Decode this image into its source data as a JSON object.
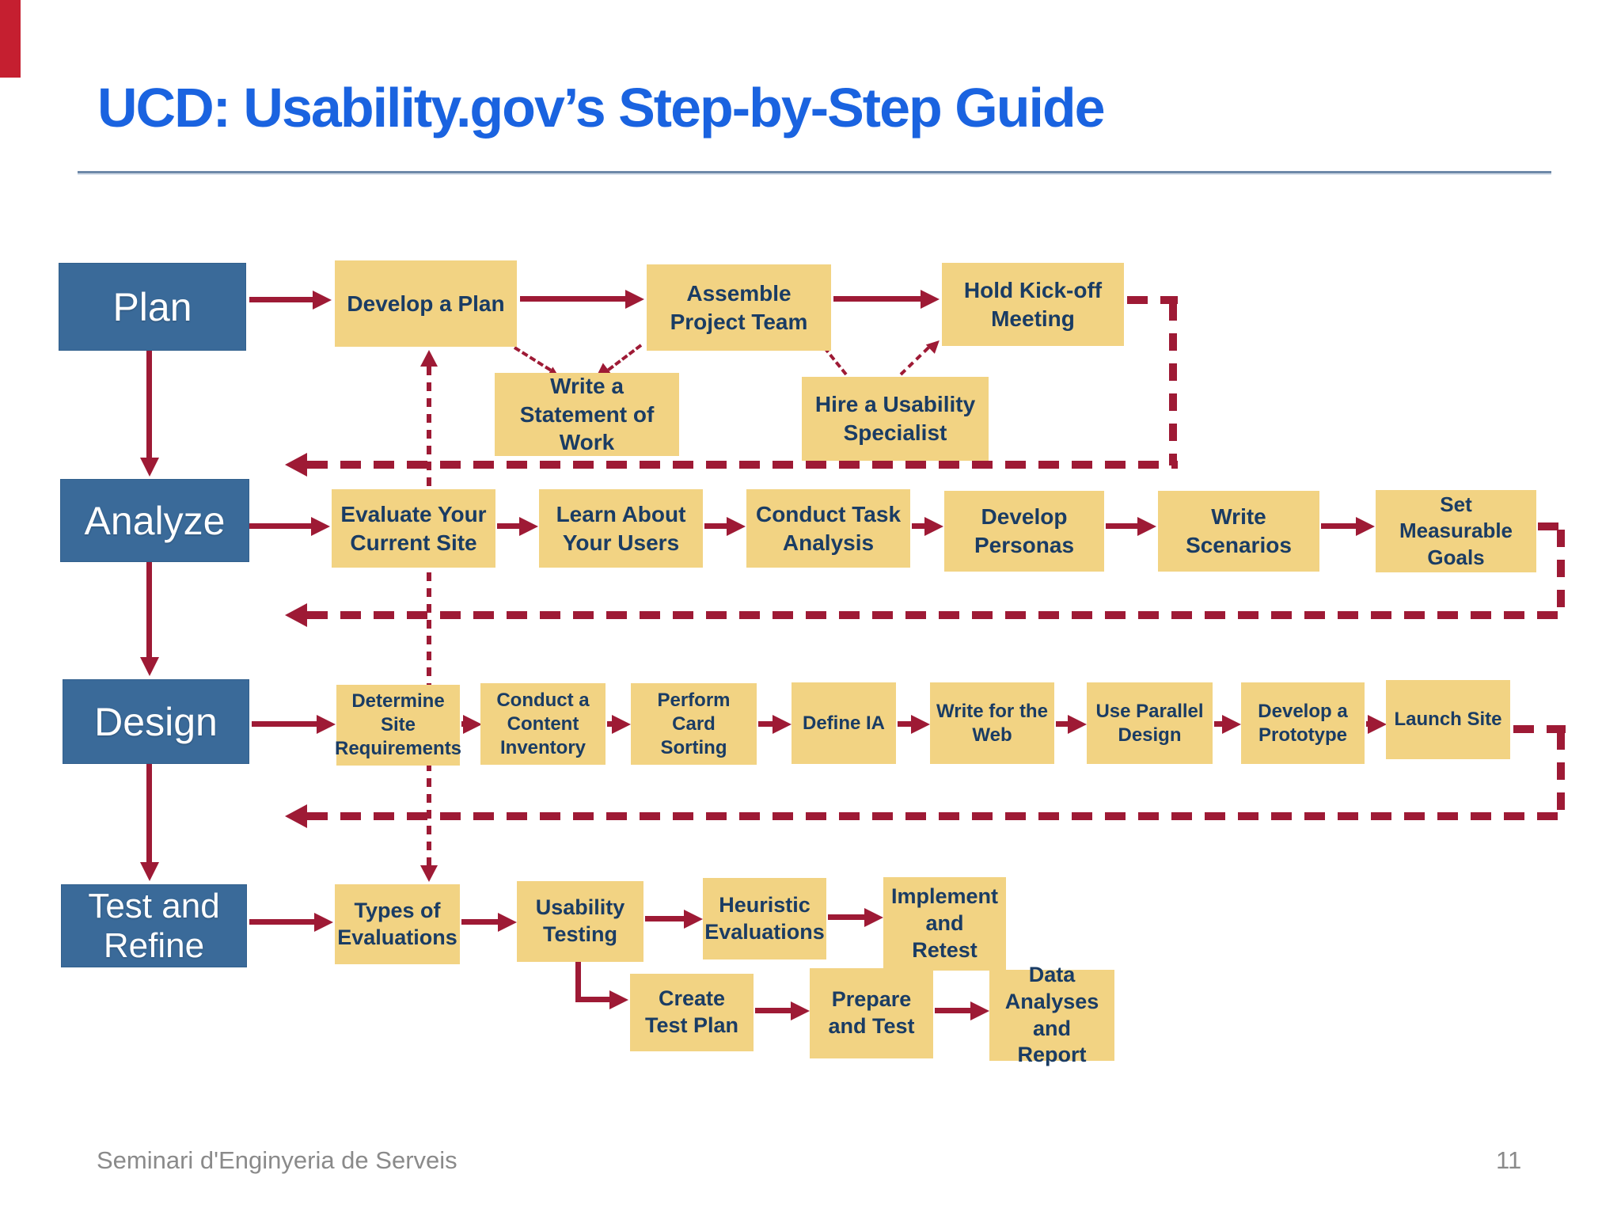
{
  "slide": {
    "title": "UCD: Usability.gov’s Step-by-Step Guide",
    "footer": "Seminari d'Enginyeria de Serveis",
    "page_number": "11"
  },
  "colors": {
    "title_blue": "#1A63E0",
    "phase_blue": "#3A6A99",
    "step_yellow": "#F2D383",
    "step_text_navy": "#1A3C64",
    "arrow_crimson": "#9E1A35",
    "accent_red": "#C51F30",
    "rule_blue_grey": "#6E88A8",
    "footer_grey": "#8A8A8A"
  },
  "diagram": {
    "phases": [
      {
        "label": "Plan",
        "steps": [
          "Develop a Plan",
          "Assemble Project Team",
          "Hold Kick-off Meeting"
        ],
        "sub_steps": [
          "Write a Statement of Work",
          "Hire a Usability Specialist"
        ]
      },
      {
        "label": "Analyze",
        "steps": [
          "Evaluate Your Current Site",
          "Learn About Your Users",
          "Conduct Task Analysis",
          "Develop Personas",
          "Write Scenarios",
          "Set Measurable Goals"
        ],
        "sub_steps": []
      },
      {
        "label": "Design",
        "steps": [
          "Determine Site Requirements",
          "Conduct a Content Inventory",
          "Perform Card Sorting",
          "Define IA",
          "Write for the Web",
          "Use Parallel Design",
          "Develop a Prototype",
          "Launch Site"
        ],
        "sub_steps": []
      },
      {
        "label": "Test and Refine",
        "steps": [
          "Types of Evaluations",
          "Usability Testing",
          "Heuristic Evaluations",
          "Implement and Retest"
        ],
        "sub_steps": [
          "Create Test Plan",
          "Prepare and Test",
          "Data Analyses and Report"
        ]
      }
    ]
  }
}
